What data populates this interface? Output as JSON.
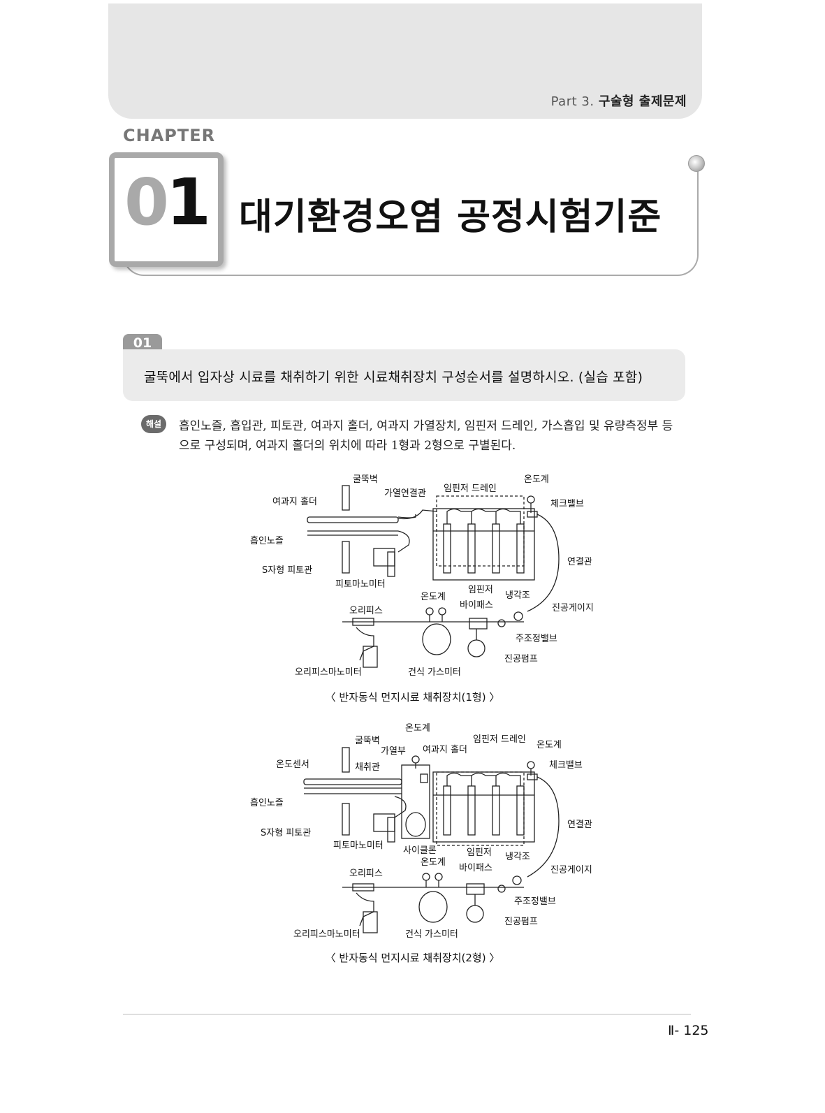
{
  "header": {
    "part_prefix": "Part 3.",
    "part_title": "구술형 출제문제",
    "chapter_word": "CHAPTER",
    "chapter_num_zero": "0",
    "chapter_num_one": "1",
    "chapter_title": "대기환경오염 공정시험기준"
  },
  "question": {
    "number": "01",
    "text": "굴뚝에서 입자상 시료를 채취하기 위한 시료채취장치 구성순서를 설명하시오. (실습 포함)"
  },
  "answer": {
    "icon_label": "해설",
    "text": "흡인노즐, 흡입관, 피토관, 여과지 홀더, 여과지 가열장치, 임핀저 드레인, 가스흡입 및 유량측정부 등으로 구성되며, 여과지 홀더의 위치에 따라 1형과 2형으로 구별된다."
  },
  "figure1": {
    "labels": {
      "stack_wall": "굴뚝벽",
      "heated_line": "가열연결관",
      "impinger_drain": "임핀저 드레인",
      "thermometer_top": "온도계",
      "filter_holder": "여과지 홀더",
      "check_valve": "체크밸브",
      "nozzle": "흡인노즐",
      "connect_tube": "연결관",
      "s_pitot": "S자형 피토관",
      "pito_manometer": "피토마노미터",
      "impinger": "임핀저",
      "thermometer_mid": "온도계",
      "cooling_bath": "냉각조",
      "orifice": "오리피스",
      "bypass": "바이패스",
      "vacuum_gauge": "진공게이지",
      "main_valve": "주조정밸브",
      "vacuum_pump": "진공펌프",
      "orifice_manometer": "오리피스마노미터",
      "dry_gas_meter": "건식 가스미터"
    },
    "caption": "〈 반자동식 먼지시료 채취장치(1형) 〉"
  },
  "figure2": {
    "labels": {
      "thermometer_top": "온도계",
      "stack_wall": "굴뚝벽",
      "heater": "가열부",
      "filter_holder": "여과지 홀더",
      "impinger_drain": "임핀저 드레인",
      "thermometer_right": "온도계",
      "temp_sensor": "온도센서",
      "sampling_tube": "채취관",
      "check_valve": "체크밸브",
      "nozzle": "흡인노즐",
      "connect_tube": "연결관",
      "s_pitot": "S자형 피토관",
      "pito_manometer": "피토마노미터",
      "cyclone": "사이클론",
      "impinger": "임핀저",
      "cooling_bath": "냉각조",
      "orifice": "오리피스",
      "thermometer_mid": "온도계",
      "bypass": "바이패스",
      "vacuum_gauge": "진공게이지",
      "main_valve": "주조정밸브",
      "vacuum_pump": "진공펌프",
      "orifice_manometer": "오리피스마노미터",
      "dry_gas_meter": "건식 가스미터"
    },
    "caption": "〈 반자동식 먼지시료 채취장치(2형) 〉"
  },
  "footer": {
    "page": "Ⅱ- 125"
  }
}
